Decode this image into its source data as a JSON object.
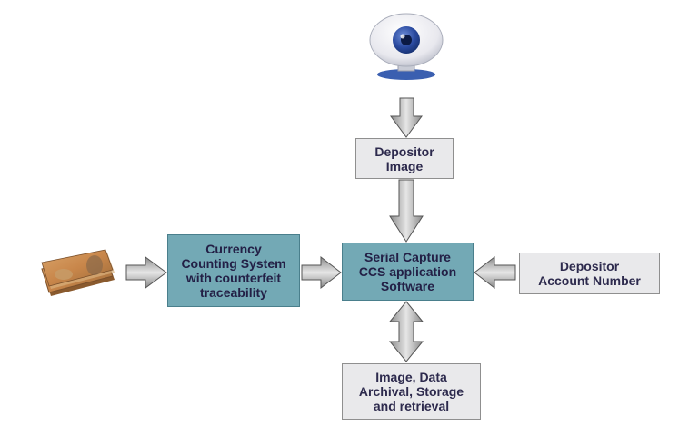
{
  "nodes": {
    "depositor_image": "Depositor\nImage",
    "ccs_software": "Serial Capture\nCCS application\nSoftware",
    "currency_counting": "Currency\nCounting System\nwith counterfeit\ntraceability",
    "account_number": "Depositor\nAccount Number",
    "archival": "Image, Data\nArchival, Storage\nand retrieval"
  },
  "icons": [
    "webcam-icon",
    "banknote-bundle-icon"
  ],
  "colors": {
    "box_fill": "#e9e9eb",
    "highlight_fill": "#73a9b5",
    "text": "#2d2a4d",
    "arrow_fill": "#b8b8b8"
  }
}
